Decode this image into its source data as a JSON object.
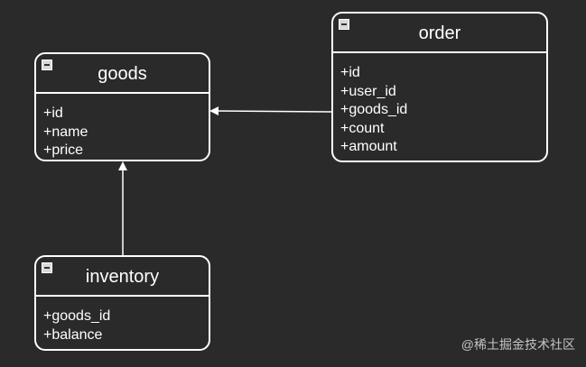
{
  "diagram": {
    "entities": [
      {
        "key": "goods",
        "title": "goods",
        "fields": [
          "+id",
          "+name",
          "+price"
        ]
      },
      {
        "key": "order",
        "title": "order",
        "fields": [
          "+id",
          "+user_id",
          "+goods_id",
          "+count",
          "+amount"
        ]
      },
      {
        "key": "inventory",
        "title": "inventory",
        "fields": [
          "+goods_id",
          "+balance"
        ]
      }
    ],
    "relations": [
      {
        "from": "order",
        "to": "goods"
      },
      {
        "from": "inventory",
        "to": "goods"
      }
    ]
  },
  "colors": {
    "background": "#2a2a2a",
    "stroke": "#ffffff",
    "text": "#ffffff",
    "watermark": "#c4c4c4"
  },
  "icons": {
    "collapse": "collapse-square-icon"
  },
  "watermark": {
    "text": "@稀土掘金技术社区"
  }
}
